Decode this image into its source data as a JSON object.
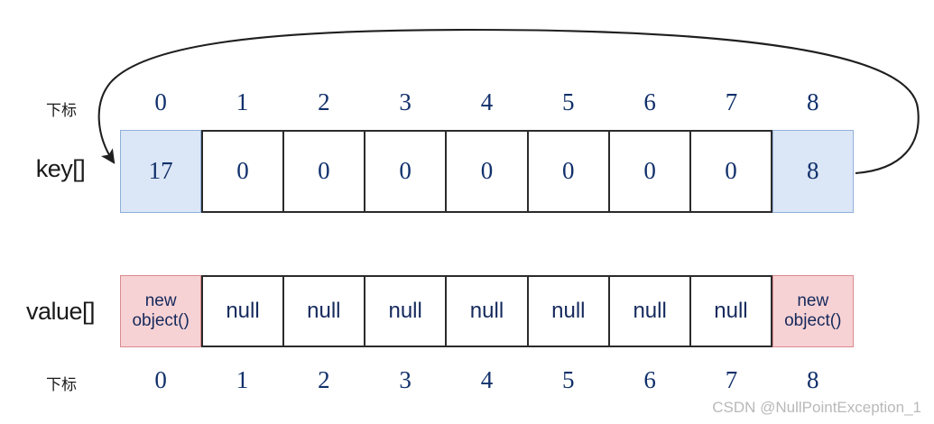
{
  "diagram": {
    "title_watermark": "CSDN @NullPointException_1",
    "labels": {
      "index_cn_top": "下标",
      "index_cn_bottom": "下标",
      "key_row": "key[]",
      "value_row": "value[]"
    },
    "indices": [
      "0",
      "1",
      "2",
      "3",
      "4",
      "5",
      "6",
      "7",
      "8"
    ],
    "key_array": {
      "name": "key[]",
      "cells": [
        {
          "index": "0",
          "text": "17",
          "highlight": "blue"
        },
        {
          "index": "1",
          "text": "0",
          "highlight": "none"
        },
        {
          "index": "2",
          "text": "0",
          "highlight": "none"
        },
        {
          "index": "3",
          "text": "0",
          "highlight": "none"
        },
        {
          "index": "4",
          "text": "0",
          "highlight": "none"
        },
        {
          "index": "5",
          "text": "0",
          "highlight": "none"
        },
        {
          "index": "6",
          "text": "0",
          "highlight": "none"
        },
        {
          "index": "7",
          "text": "0",
          "highlight": "none"
        },
        {
          "index": "8",
          "text": "8",
          "highlight": "blue"
        }
      ]
    },
    "value_array": {
      "name": "value[]",
      "cells": [
        {
          "index": "0",
          "line1": "new",
          "line2": "object()",
          "highlight": "pink"
        },
        {
          "index": "1",
          "line1": "null",
          "line2": "",
          "highlight": "none"
        },
        {
          "index": "2",
          "line1": "null",
          "line2": "",
          "highlight": "none"
        },
        {
          "index": "3",
          "line1": "null",
          "line2": "",
          "highlight": "none"
        },
        {
          "index": "4",
          "line1": "null",
          "line2": "",
          "highlight": "none"
        },
        {
          "index": "5",
          "line1": "null",
          "line2": "",
          "highlight": "none"
        },
        {
          "index": "6",
          "line1": "null",
          "line2": "",
          "highlight": "none"
        },
        {
          "index": "7",
          "line1": "null",
          "line2": "",
          "highlight": "none"
        },
        {
          "index": "8",
          "line1": "new",
          "line2": "object()",
          "highlight": "pink"
        }
      ]
    },
    "arrow": {
      "name": "wrap-around-arrow",
      "from_cell_index": "8",
      "to_cell_index": "0",
      "description": "curved arrow from key[8] right edge looping over the top into key[0]"
    },
    "colors": {
      "highlight_blue_fill": "#dbe6f6",
      "highlight_blue_stroke": "#8fb0da",
      "highlight_pink_fill": "#f7d2d4",
      "highlight_pink_stroke": "#d98a8e",
      "cell_stroke": "#2b2b2b",
      "text_blue": "#11306b",
      "watermark_gray": "#b9b9b9"
    }
  }
}
